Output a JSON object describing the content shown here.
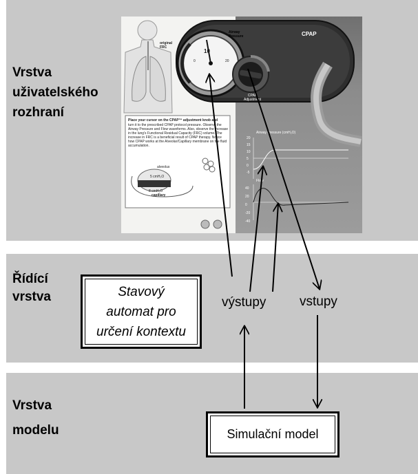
{
  "layers": {
    "ui": {
      "label": "Vrstva\nuživatelského\nrozhraní"
    },
    "control": {
      "label": "Řídící\nvrstva"
    },
    "model": {
      "label": "Vrstva\nmodelu"
    }
  },
  "state_machine": {
    "label": "Stavový\nautomat pro\nurčení kontextu"
  },
  "io": {
    "outputs": "výstupy",
    "inputs": "vstupy"
  },
  "simulation_model": {
    "label": "Simulační model"
  },
  "screenshot": {
    "frc_label": "original\nFRC",
    "gauge_title": "Airway\nPressure",
    "gauge_value": "10",
    "gauge_min": "0",
    "gauge_max": "20",
    "knob_label": "CPAP\nAdjustment",
    "brand": "CPAP",
    "instructions_title": "Place your cursor on the CPAP™ adjustment knob and",
    "instructions_body": "turn it to the prescribed CPAP protocol pressure. Observe the Airway Pressure and Flow waveforms. Also, observe the increase in the lung's Functional Residual Capacity (FRC) volume. The increase in FRC is a beneficial result of CPAP therapy. Notice how CPAP works at the Alveolar/Capillary membrane on the fluid accumulation.",
    "alveolus_label": "alveolus",
    "alveolus_pressure": "5 cmH₂O",
    "capillary_pressure": "8 cmH₂O",
    "capillary_label": "capillary",
    "pressure_chart_title": "Airway Pressure (cmH₂O)",
    "pressure_ticks": [
      "20",
      "15",
      "10",
      "5",
      "0",
      "-5"
    ],
    "flow_chart_title": "Flow",
    "flow_ticks": [
      "40",
      "20",
      "0",
      "-20",
      "-40"
    ]
  },
  "colors": {
    "layer_bg": "#c8c8c8",
    "box_bg": "#ffffff",
    "arrow": "#000000"
  }
}
